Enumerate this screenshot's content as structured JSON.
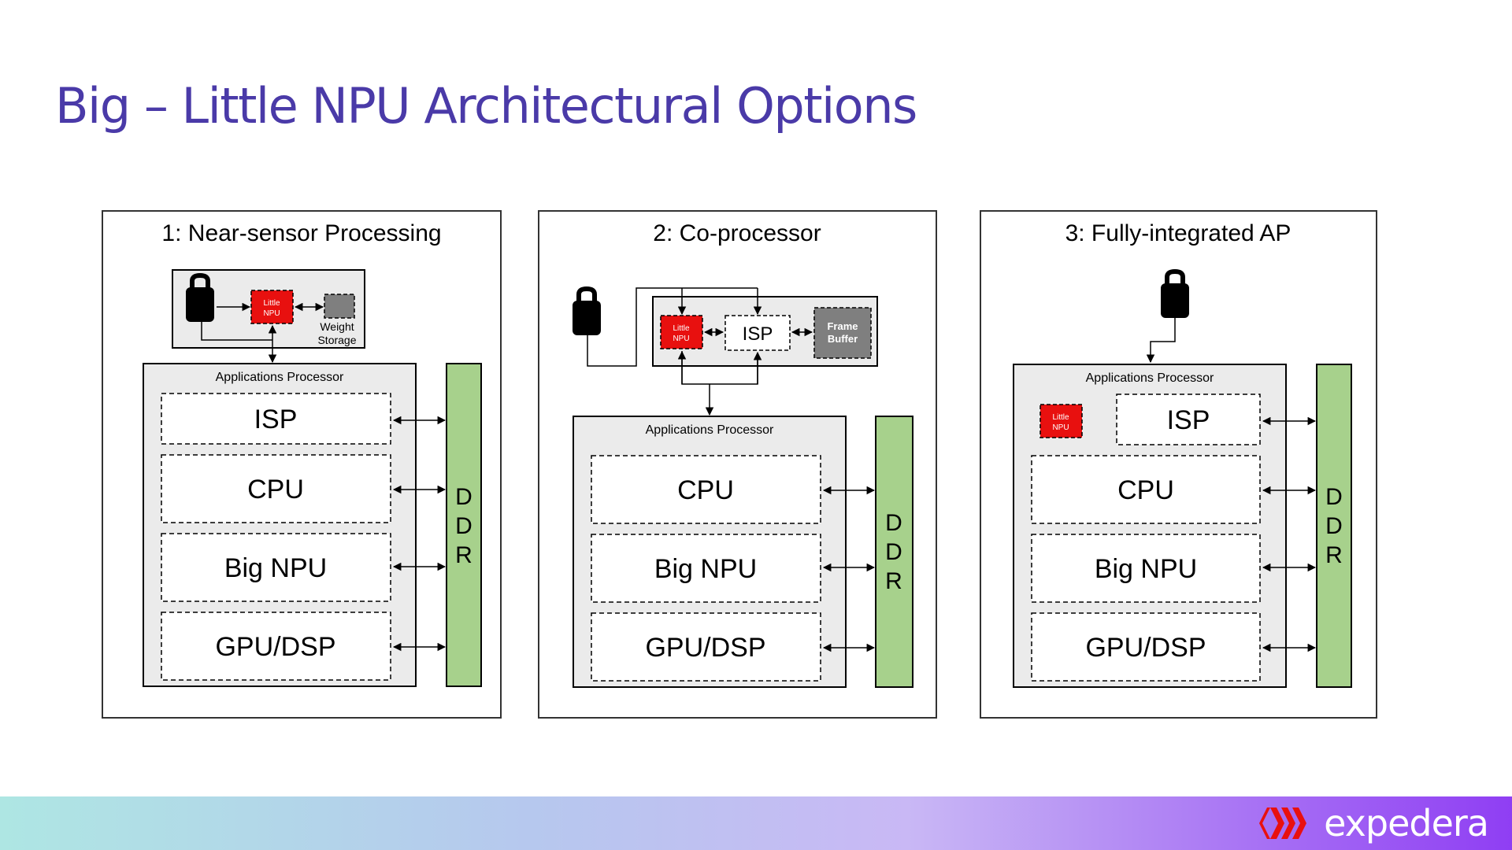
{
  "title": "Big – Little NPU Architectural Options",
  "colors": {
    "title": "#4a3aa8",
    "little_npu": "#e8100f",
    "ddr": "#a7d18c",
    "gray_block": "#7f7f7f",
    "panel_fill": "#ebebeb"
  },
  "icons": {
    "sensor": "camera-sensor-icon",
    "logo": "expedera-chevron-logo"
  },
  "panels": [
    {
      "title": "1: Near-sensor Processing",
      "sensor_module": {
        "little_npu_line1": "Little",
        "little_npu_line2": "NPU",
        "storage_line1": "Weight",
        "storage_line2": "Storage"
      },
      "ap_label": "Applications Processor",
      "blocks": [
        "ISP",
        "CPU",
        "Big NPU",
        "GPU/DSP"
      ],
      "ddr": [
        "D",
        "D",
        "R"
      ]
    },
    {
      "title": "2: Co-processor",
      "coprocessor": {
        "little_npu_line1": "Little",
        "little_npu_line2": "NPU",
        "isp": "ISP",
        "buffer_line1": "Frame",
        "buffer_line2": "Buffer"
      },
      "ap_label": "Applications Processor",
      "blocks": [
        "CPU",
        "Big NPU",
        "GPU/DSP"
      ],
      "ddr": [
        "D",
        "D",
        "R"
      ]
    },
    {
      "title": "3: Fully-integrated AP",
      "ap_label": "Applications Processor",
      "little_npu_line1": "Little",
      "little_npu_line2": "NPU",
      "blocks": [
        "ISP",
        "CPU",
        "Big NPU",
        "GPU/DSP"
      ],
      "ddr": [
        "D",
        "D",
        "R"
      ]
    }
  ],
  "logo_text": "expedera"
}
